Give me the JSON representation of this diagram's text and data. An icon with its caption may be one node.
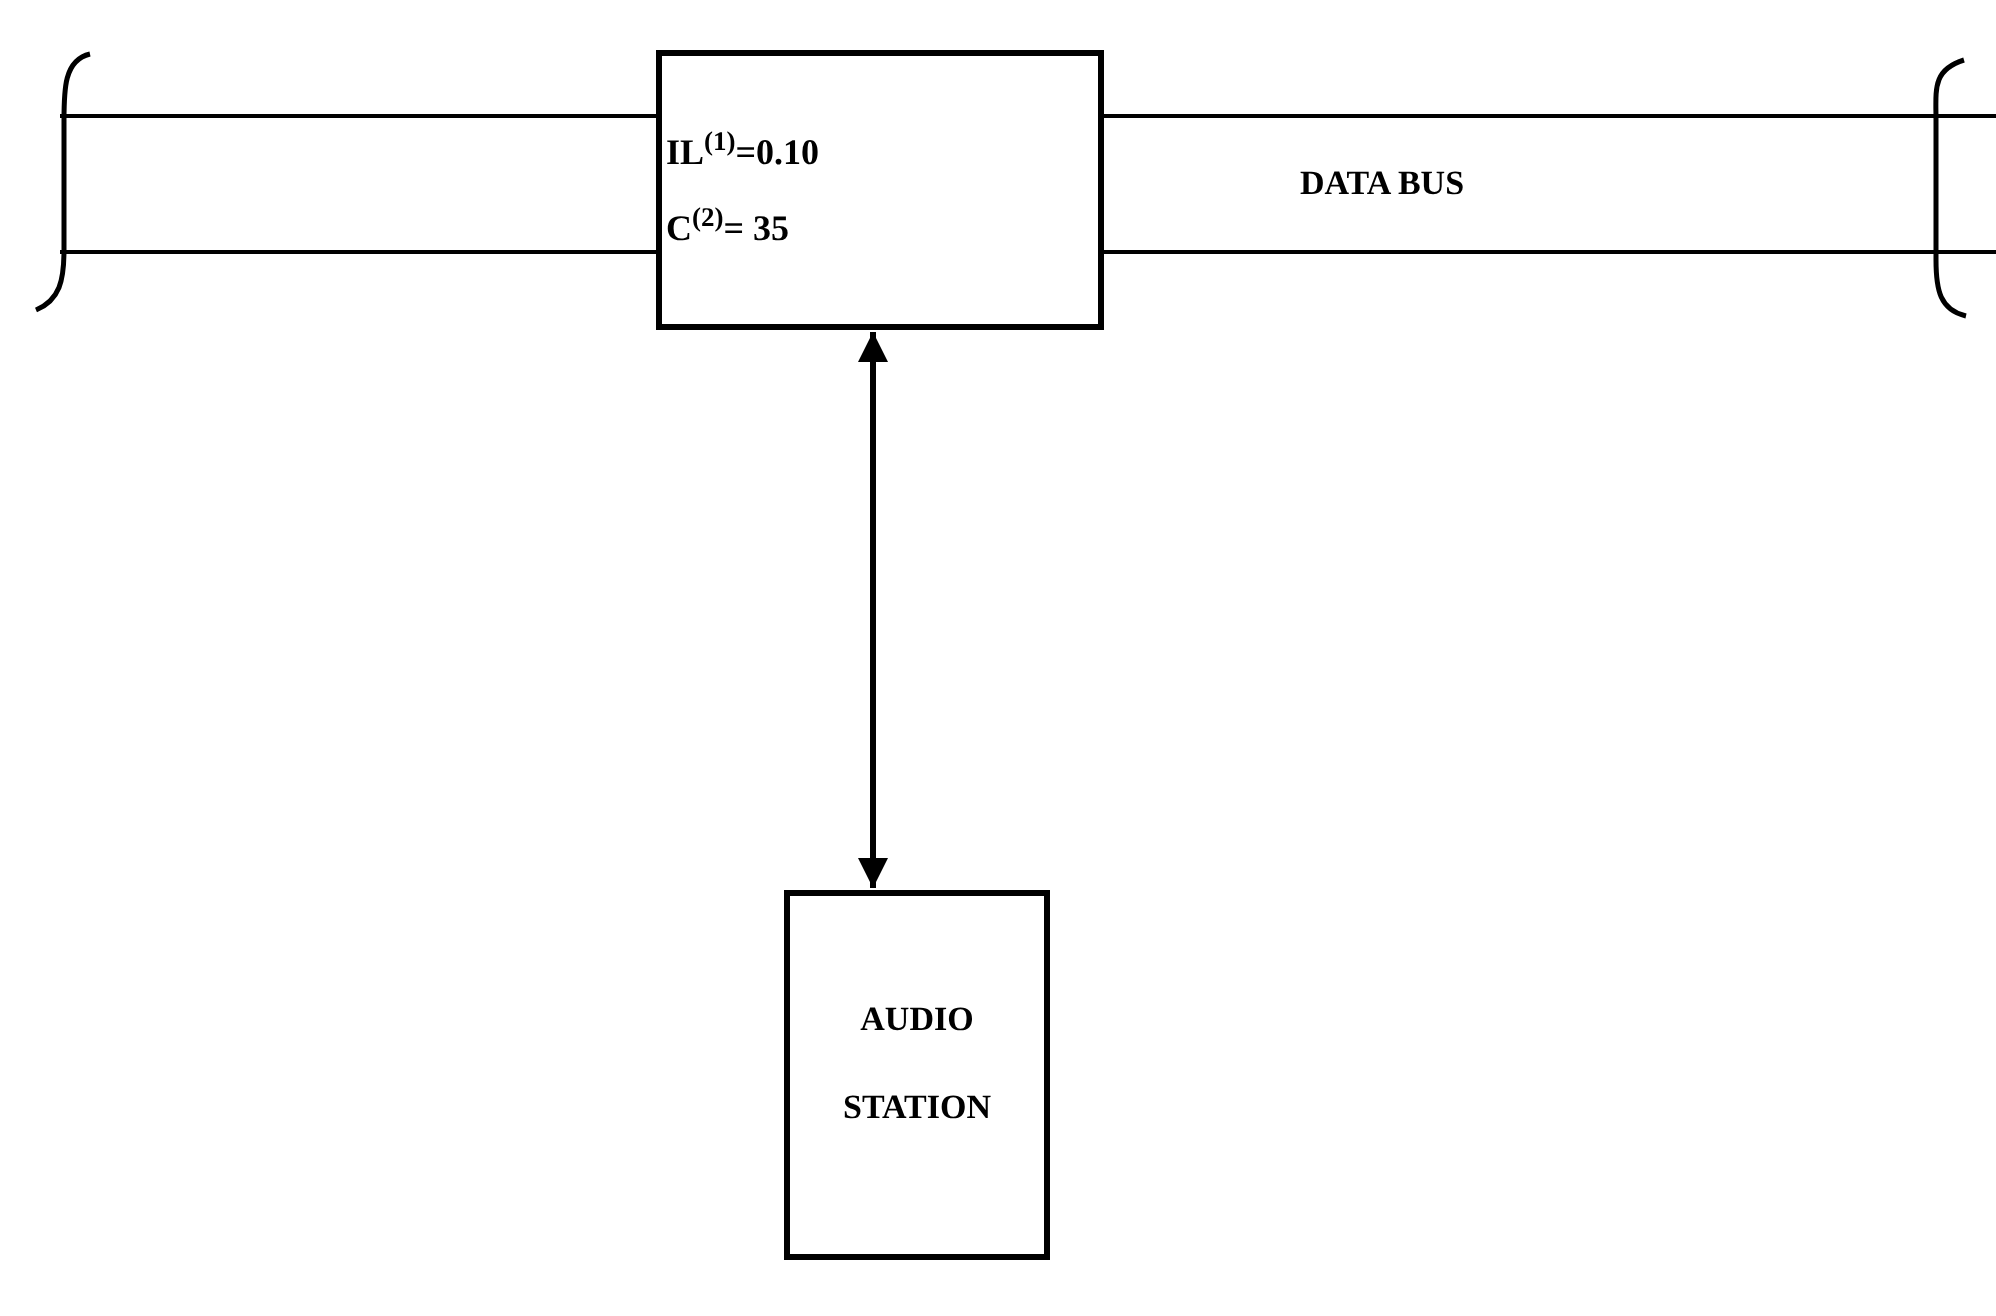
{
  "diagram": {
    "nodes": [
      {
        "text": [
          "DATA BUS"
        ]
      },
      {
        "text": [
          "IL$^{(1)}$=0.10",
          "C$^{(2)}$= 35"
        ]
      },
      {
        "text": [
          "AUDIO STATION"
        ]
      }
    ],
    "edges": [
      {
        "from": 1,
        "to": 2,
        "arrow": "both"
      }
    ]
  }
}
